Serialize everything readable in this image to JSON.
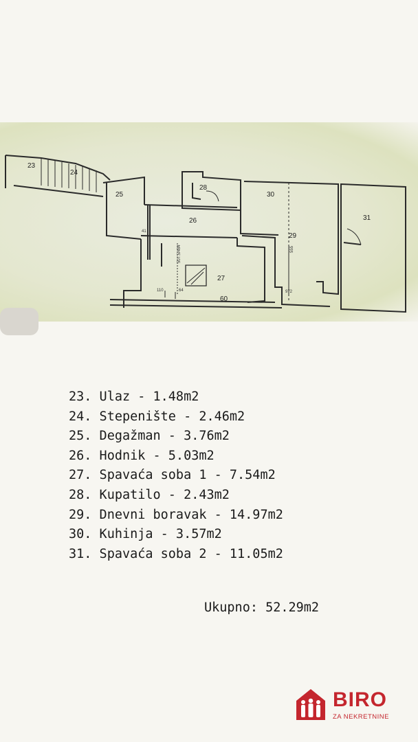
{
  "floor_plan": {
    "room_labels": [
      "23",
      "24",
      "25",
      "26",
      "27",
      "28",
      "29",
      "30",
      "31",
      "60"
    ],
    "dimension_labels": [
      "110",
      "64",
      "507.5/484",
      "555",
      "972",
      "41"
    ]
  },
  "rooms": [
    "23. Ulaz - 1.48m2",
    "24. Stepenište - 2.46m2",
    "25. Degažman - 3.76m2",
    "26. Hodnik - 5.03m2",
    "27. Spavaća soba 1 - 7.54m2",
    "28. Kupatilo - 2.43m2",
    "29. Dnevni boravak - 14.97m2",
    "30. Kuhinja - 3.57m2",
    "31. Spavaća soba 2 - 11.05m2"
  ],
  "total": "Ukupno: 52.29m2",
  "logo": {
    "name": "BIRO",
    "subtitle": "ZA NEKRETNINE",
    "icon": "house-with-people-icon",
    "color": "#c4262e"
  }
}
